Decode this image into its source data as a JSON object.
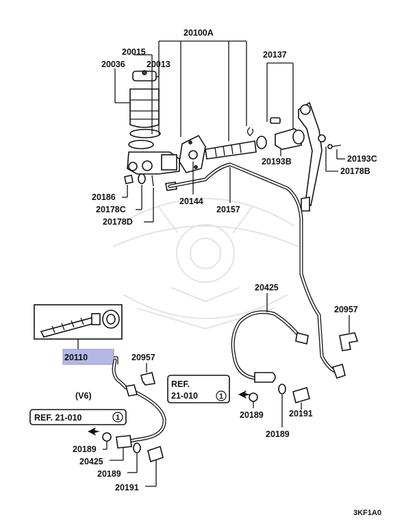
{
  "diagram": {
    "part_labels": {
      "p20100A": "20100A",
      "p20015": "20015",
      "p20036": "20036",
      "p20013": "20013",
      "p20137": "20137",
      "p20193C": "20193C",
      "p20193B": "20193B",
      "p20178B": "20178B",
      "p20186": "20186",
      "p20178C": "20178C",
      "p20178D": "20178D",
      "p20144": "20144",
      "p20157": "20157",
      "p20425_top": "20425",
      "p20957_right": "20957",
      "p20110": "20110",
      "p20957_left": "20957",
      "v6": "(V6)",
      "p20189_a": "20189",
      "p20191_a": "20191",
      "p20189_b": "20189",
      "p20189_c": "20189",
      "p20425_bottom": "20425",
      "p20189_d": "20189",
      "p20191_b": "20191"
    },
    "ref_boxes": {
      "ref_right_line1": "REF.",
      "ref_right_line2": "21-010",
      "ref_right_num": "1",
      "ref_left_text": "REF. 21-010",
      "ref_left_num": "1"
    },
    "diagram_code": "3KF1A0",
    "highlight_color": "#b3b8e6"
  }
}
